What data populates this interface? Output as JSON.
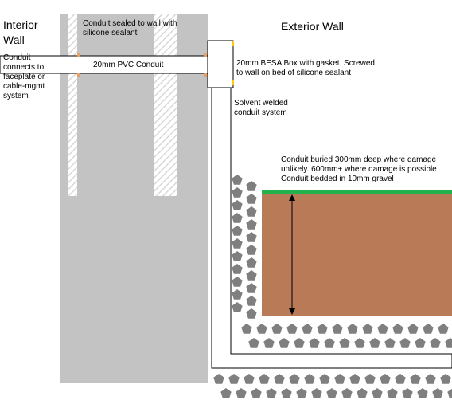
{
  "labels": {
    "interior_wall": "Interior\nWall",
    "exterior_wall": "Exterior Wall",
    "conduit_note": "Conduit\nconnects to\nfaceplate or\ncable-mgmt\nsystem",
    "sealed_note": "Conduit sealed to wall with\nsilicone sealant",
    "pvc_conduit": "20mm PVC Conduit",
    "besa_box": "20mm BESA Box with gasket. Screwed\nto wall on bed of silicone sealant",
    "solvent_welded": "Solvent welded\nconduit system",
    "buried_note": "Conduit buried 300mm deep where damage\nunlikely. 600mm+ where damage is possible\nConduit bedded in 10mm gravel"
  },
  "colors": {
    "wall_grey": "#c3c3c3",
    "soil_brown": "#b97a57",
    "grass_green": "#22b14c",
    "gravel_grey": "#7f7f7f",
    "sealant_orange": "#e8a060",
    "gasket_yellow": "#ffc90e"
  }
}
